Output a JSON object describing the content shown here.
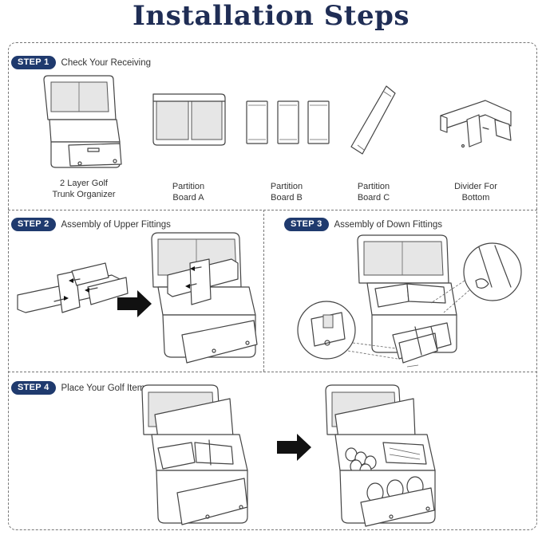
{
  "title": "Installation Steps",
  "steps": [
    {
      "badge": "STEP 1",
      "text": "Check Your Receiving"
    },
    {
      "badge": "STEP 2",
      "text": "Assembly of Upper Fittings"
    },
    {
      "badge": "STEP 3",
      "text": "Assembly of Down Fittings"
    },
    {
      "badge": "STEP 4",
      "text": "Place Your Golf Items"
    }
  ],
  "items": [
    {
      "line1": "2 Layer Golf",
      "line2": "Trunk Organizer"
    },
    {
      "line1": "Partition",
      "line2": "Board A"
    },
    {
      "line1": "Partition",
      "line2": "Board B"
    },
    {
      "line1": "Partition",
      "line2": "Board C"
    },
    {
      "line1": "Divider For",
      "line2": "Bottom"
    }
  ],
  "icons": {
    "organizer": "trunk-organizer-icon",
    "board_a": "partition-board-a-icon",
    "board_b": "partition-board-b-icon",
    "board_c": "partition-board-c-icon",
    "divider": "bottom-divider-icon",
    "arrow": "right-arrow-icon"
  },
  "colors": {
    "title": "#1f2d55",
    "badge": "#1f3a6e"
  }
}
